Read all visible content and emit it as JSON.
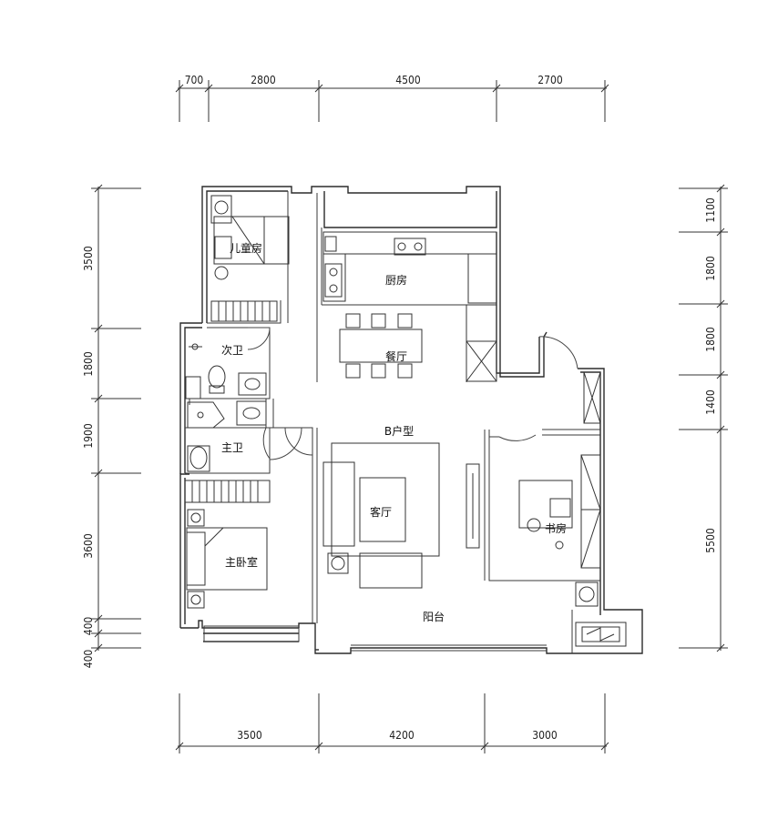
{
  "dimensions": {
    "top": [
      "700",
      "2800",
      "4500",
      "2700"
    ],
    "bottom": [
      "3500",
      "4200",
      "3000"
    ],
    "left": [
      "3500",
      "1800",
      "1900",
      "3600",
      "400",
      "400"
    ],
    "right": [
      "1100",
      "1800",
      "1800",
      "1400",
      "5500"
    ]
  },
  "rooms": {
    "children_room": "儿童房",
    "kitchen": "厨房",
    "dining": "餐厅",
    "second_bath": "次卫",
    "master_bath": "主卫",
    "unit_type": "B户型",
    "living": "客厅",
    "study": "书房",
    "master_bedroom": "主卧室",
    "balcony": "阳台"
  }
}
